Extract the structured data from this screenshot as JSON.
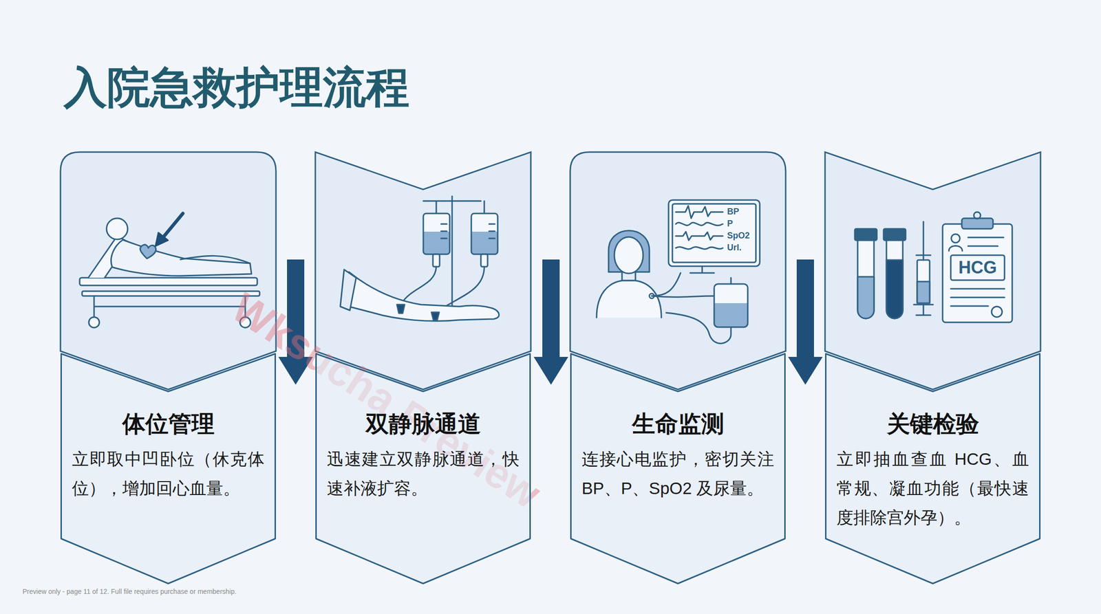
{
  "diagram": {
    "title": "入院急救护理流程",
    "nodes": [
      {
        "text": [
          "体位管理",
          "立即取中凹卧位（休克体位），增加回心血量。"
        ]
      },
      {
        "text": [
          "双静脉通道",
          "迅速建立双静脉通道，快速补液扩容。"
        ]
      },
      {
        "text": [
          "生命监测",
          "连接心电监护，密切关注 BP、P、SpO2 及尿量。"
        ]
      },
      {
        "text": [
          "关键检验",
          "立即抽血查血 HCG、血常规、凝血功能（最快速度排除宫外孕）。"
        ]
      }
    ],
    "labels": [
      "BP",
      "P",
      "SpO2",
      "Url.",
      "HCG",
      "Wksucha Preview",
      "Preview only - page 11 of 12. Full file requires purchase or membership."
    ]
  }
}
